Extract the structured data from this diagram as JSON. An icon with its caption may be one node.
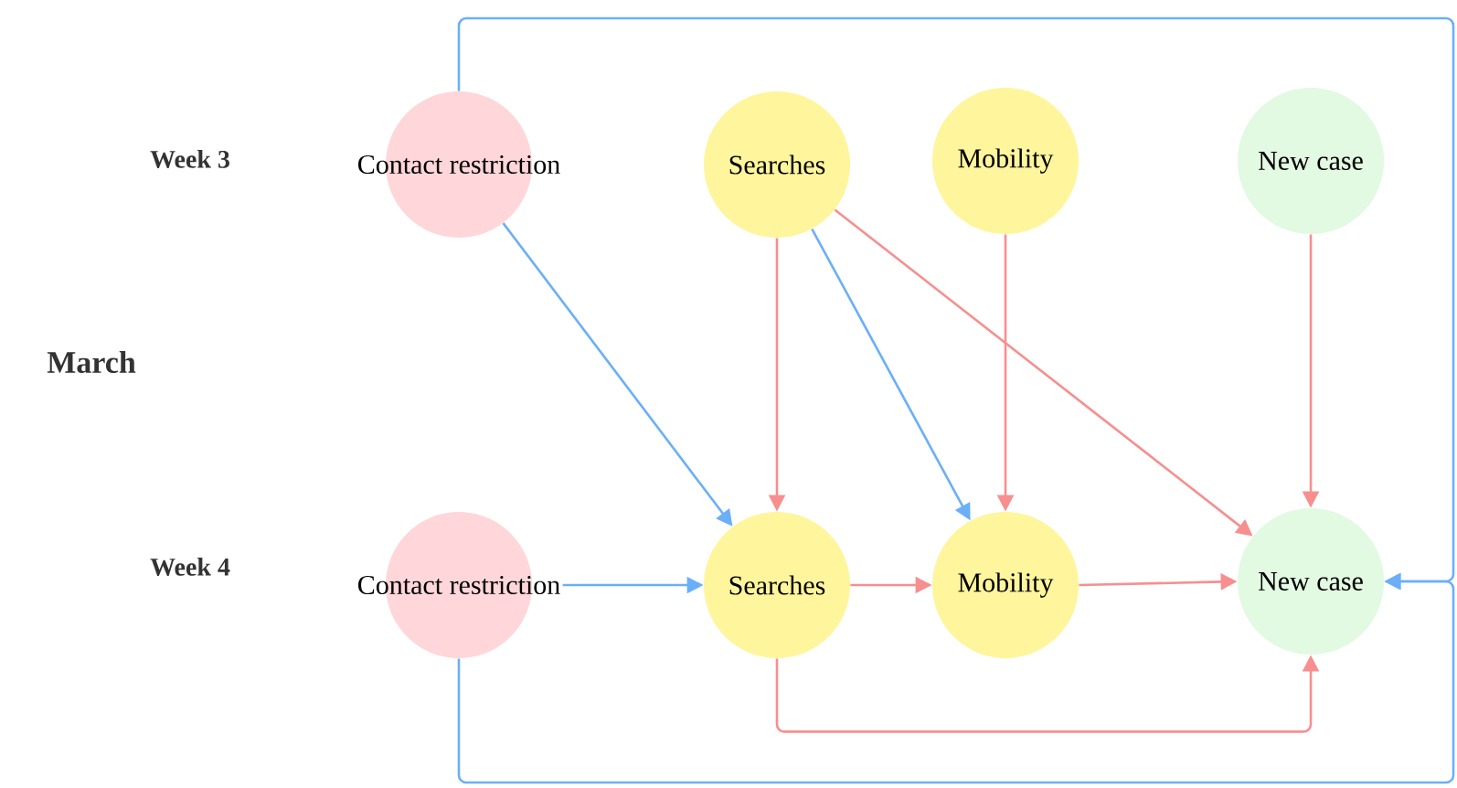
{
  "diagram": {
    "nodes": [
      {
        "text": [
          "Contact restriction"
        ]
      },
      {
        "text": [
          "Searches"
        ]
      },
      {
        "text": [
          "Mobility"
        ]
      },
      {
        "text": [
          "New case"
        ]
      },
      {
        "text": [
          "Contact restriction"
        ]
      },
      {
        "text": [
          "Searches"
        ]
      },
      {
        "text": [
          "Mobility"
        ]
      },
      {
        "text": [
          "New case"
        ]
      }
    ],
    "edges": [
      {
        "from": 0,
        "to": 7,
        "arrow": "to",
        "color": "#6aaff8"
      },
      {
        "from": 0,
        "to": 5,
        "arrow": "to",
        "color": "#6aaff8"
      },
      {
        "from": 1,
        "to": 5,
        "arrow": "to",
        "color": "#f78f8f"
      },
      {
        "from": 1,
        "to": 6,
        "arrow": "to",
        "color": "#6aaff8"
      },
      {
        "from": 1,
        "to": 7,
        "arrow": "to",
        "color": "#f78f8f"
      },
      {
        "from": 2,
        "to": 6,
        "arrow": "to",
        "color": "#f78f8f"
      },
      {
        "from": 3,
        "to": 7,
        "arrow": "to",
        "color": "#f78f8f"
      },
      {
        "from": 4,
        "to": 5,
        "arrow": "to",
        "color": "#6aaff8"
      },
      {
        "from": 4,
        "to": 7,
        "arrow": "to",
        "color": "#6aaff8"
      },
      {
        "from": 5,
        "to": 6,
        "arrow": "to",
        "color": "#f78f8f"
      },
      {
        "from": 5,
        "to": 7,
        "arrow": "to",
        "color": "#f78f8f"
      },
      {
        "from": 6,
        "to": 7,
        "arrow": "to",
        "color": "#f78f8f"
      }
    ],
    "labels": [
      "Week 3",
      "March",
      "Week 4"
    ]
  }
}
